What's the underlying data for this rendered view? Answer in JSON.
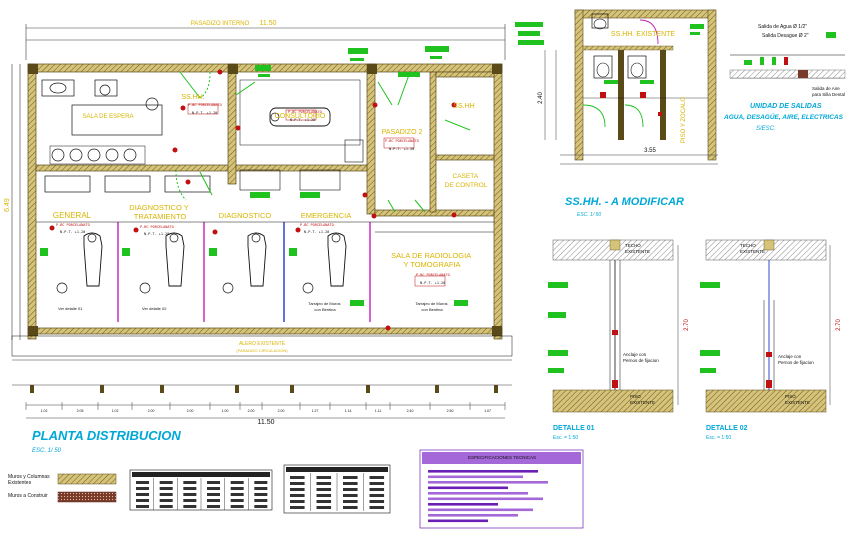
{
  "palette": {
    "wall": "#c9b46a",
    "wall_dark": "#5a4a1a",
    "line": "#111111",
    "dim": "#3a3a3a",
    "yellow": "#d8b400",
    "green": "#1fc21f",
    "green_dark": "#0a7a0a",
    "red": "#c01010",
    "magenta": "#c020c0",
    "cyan": "#00a8d8",
    "blue": "#2233cc",
    "purple": "#6a1fb5",
    "purple_light": "#a468d8",
    "gray": "#9a9a9a"
  },
  "plan": {
    "top_corridor": "PASADIZO INTERNO",
    "total_width": "11.50",
    "height_dim": "6.49",
    "rooms": {
      "sshh_left": "SS.HH.",
      "sala_espera": "SALA DE ESPERA",
      "consultorio": "CONSULTORIO",
      "pasadizo": "PASADIZO 2",
      "sshh_right": "SS.HH",
      "caseta": "CASETA\nDE CONTROL",
      "general": "GENERAL",
      "diagnostico": "DIAGNOSTICO Y\nTRATAMIENTO",
      "diagnostico2": "DIAGNOSTICO",
      "emergencia": "EMERGENCIA",
      "radiologia": "SALA DE RADIOLOGIA\nY TOMOGRAFIA"
    },
    "floor_note": "P.BC PORCELANATO",
    "level_note": "N.P.T. +1.20",
    "bottom_corridor": "ALERO EXISTENTE",
    "bottom_corridor_sub": "(PASADIZO CIRCULACION)",
    "ver_detalle": "Ver detalle 01",
    "ver_detalle2": "Ver detalle 02",
    "tarrajeo": "Tarrajeo de Muros\ncon Bentina",
    "bottom_dims": [
      "1.02",
      "2.05",
      "1.02",
      "2.00",
      "2.00",
      "1.00",
      "2.00",
      "2.00",
      "1.27",
      "1.14",
      "1.11",
      "2.40",
      "2.50",
      "1.07"
    ],
    "bottom_total": "11.50",
    "title": "PLANTA DISTRIBUCION",
    "scale": "ESC. 1/ 50"
  },
  "sshh": {
    "label": "SS.HH. EXISTENTE",
    "left_dim": "2.40",
    "bottom_dim": "3.55",
    "side_label": "PISO Y ZOCALO",
    "title": "SS.HH. - A MODIFICAR",
    "scale": "ESC. 1/ 50"
  },
  "salidas": {
    "agua": "Salida de Agua Ø 1/2\"",
    "desague": "Salida Desague Ø 2\"",
    "aire": "Salida de Aire\npara Silla Dental",
    "title": "UNIDAD DE SALIDAS",
    "subtitle": "AGUA, DESAGÜE, AIRE, ELECTRICAS",
    "scale": "S/ESC."
  },
  "details": [
    {
      "title": "DETALLE 01",
      "scale": "Esc. = 1:50",
      "techo": "TECHO\nEXISTENTE",
      "piso_label": "PISO\nEXISTENTE",
      "dim": "2.70",
      "anclaje": "Anclaje con\nPernos de fijacion"
    },
    {
      "title": "DETALLE 02",
      "scale": "Esc. = 1:50",
      "techo": "TECHO\nEXISTENTE",
      "piso_label": "PISO\nEXISTENTE",
      "dim": "2.70",
      "anclaje": "Anclaje con\nPernos de fijacion"
    }
  ],
  "legend": {
    "existing": "Muros y Columnas\nExistentes",
    "new": "Muros a Construir"
  },
  "specs": {
    "title": "ESPECIFICACIONES TECNICAS"
  }
}
